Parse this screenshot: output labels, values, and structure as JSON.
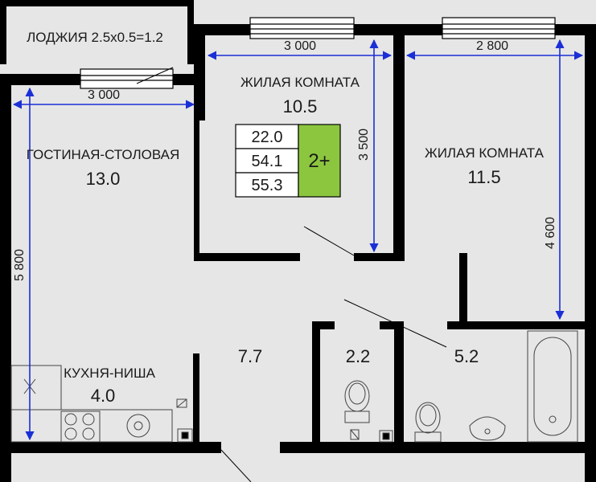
{
  "rooms": {
    "loggia": {
      "label": "ЛОДЖИЯ 2.5x0.5=1.2"
    },
    "living_dining": {
      "label": "ГОСТИНАЯ-СТОЛОВАЯ",
      "area": "13.0"
    },
    "bedroom_1": {
      "label": "ЖИЛАЯ КОМНАТА",
      "area": "10.5"
    },
    "bedroom_2": {
      "label": "ЖИЛАЯ КОМНАТА",
      "area": "11.5"
    },
    "kitchen": {
      "label": "КУХНЯ-НИША",
      "area": "4.0"
    },
    "hall": {
      "area": "7.7"
    },
    "wc": {
      "area": "2.2"
    },
    "bathroom": {
      "area": "5.2"
    }
  },
  "dimensions": {
    "bedroom_1_width": "3 000",
    "bedroom_1_depth": "3 500",
    "bedroom_2_width": "2 800",
    "bedroom_2_depth": "4 600",
    "living_width": "3 000",
    "living_depth": "5 800"
  },
  "summary": {
    "living_area": "22.0",
    "total_area": "54.1",
    "total_with_loggia": "55.3",
    "rooms": "2+",
    "rooms_color": "#8cc63f"
  },
  "colors": {
    "wall": "#000000",
    "dimension": "#1a2fd6",
    "background": "#e6e6e6"
  }
}
